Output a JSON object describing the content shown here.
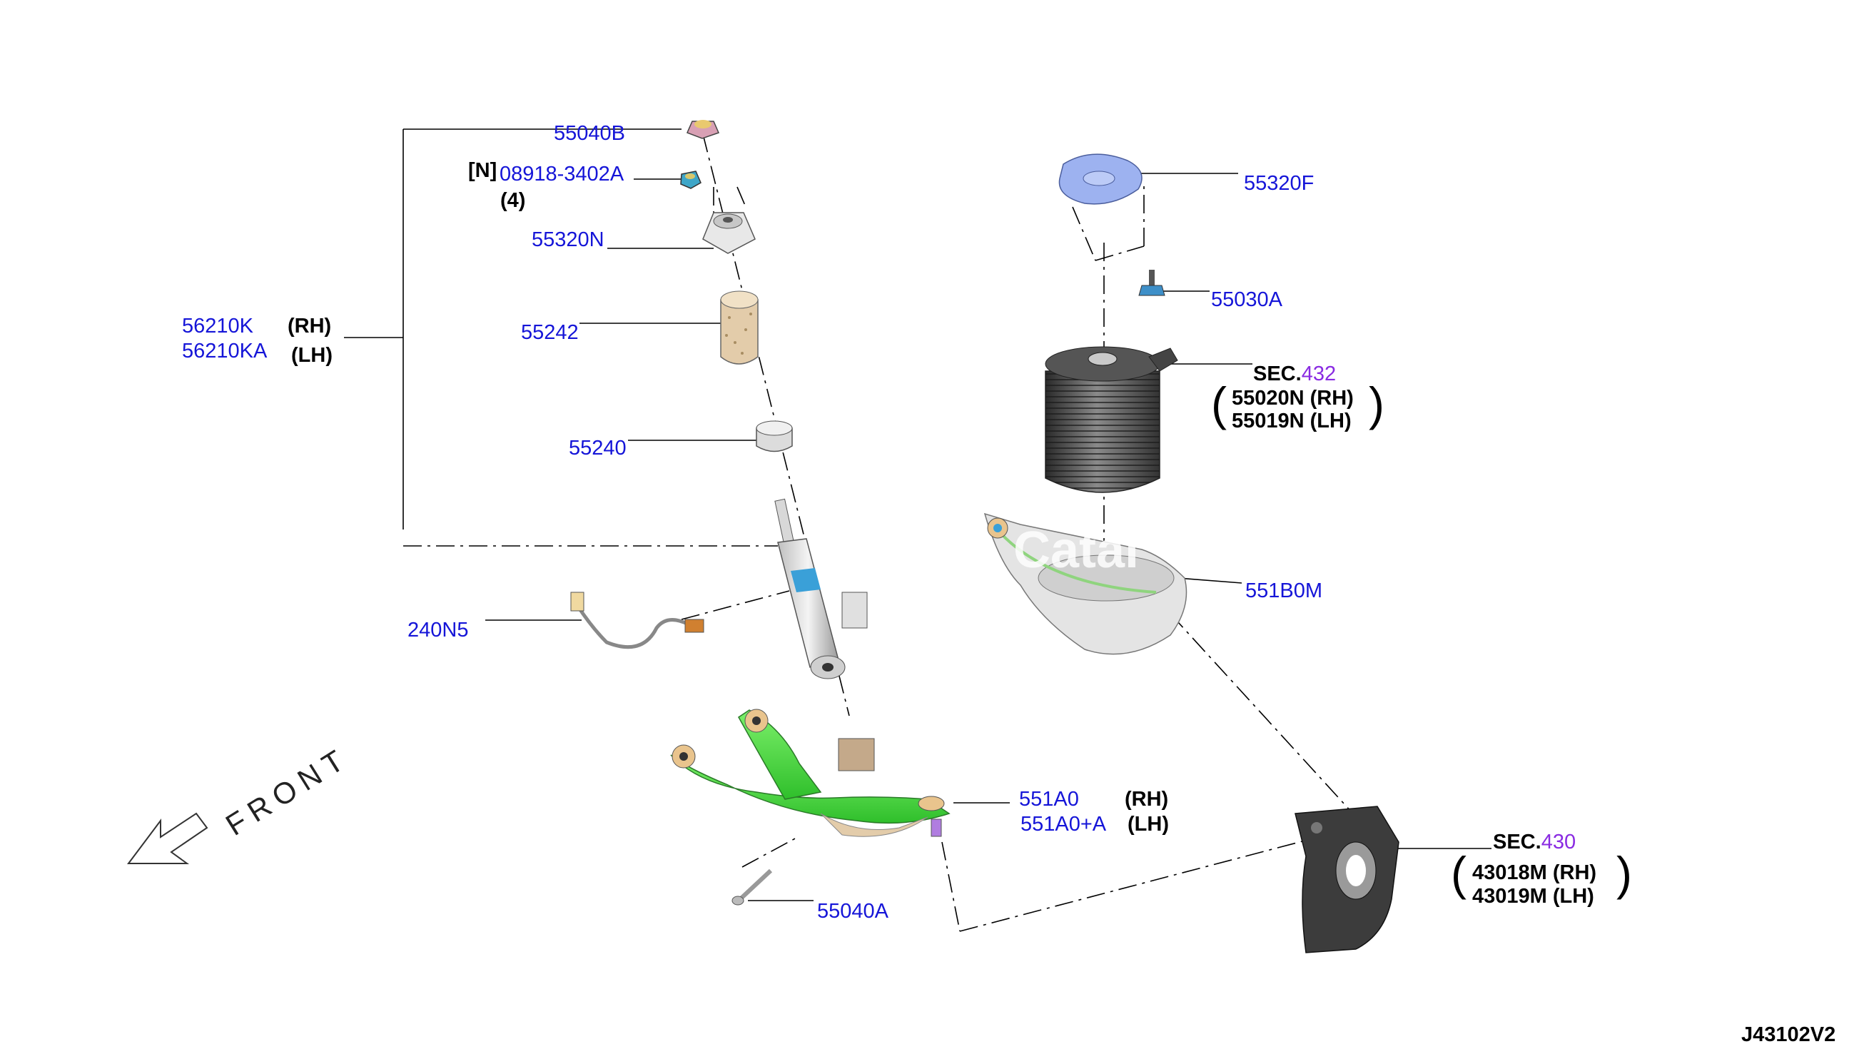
{
  "parts": {
    "p55040B": "55040B",
    "n_tag": "[N]",
    "p08918": "08918-3402A",
    "qty4": "(4)",
    "p55320N": "55320N",
    "p56210K": "56210K",
    "p56210KA": "56210KA",
    "p55242": "55242",
    "p55240": "55240",
    "p240N5": "240N5",
    "p55320F": "55320F",
    "p55030A": "55030A",
    "p55020N": "55020N (RH)",
    "p55019N": "55019N (LH)",
    "p551B0M": "551B0M",
    "p551A0": "551A0",
    "p551A0A": "551A0+A",
    "p55040A": "55040A",
    "p43018M": "43018M (RH)",
    "p43019M": "43019M (LH)"
  },
  "sides": {
    "rh": "(RH)",
    "lh": "(LH)"
  },
  "sections": {
    "sec_prefix": "SEC.",
    "sec432": "432",
    "sec430": "430"
  },
  "front_label": "FRONT",
  "watermark": "Catal",
  "diagram_ref": "J43102V2",
  "colors": {
    "part_number": "#1515d8",
    "section_number": "#8a2be2",
    "lower_arm": "#4ee34a",
    "upper_mount": "#9db2f0",
    "bump_stop": "#e3ccaa",
    "knuckle": "#3c3c3c"
  }
}
